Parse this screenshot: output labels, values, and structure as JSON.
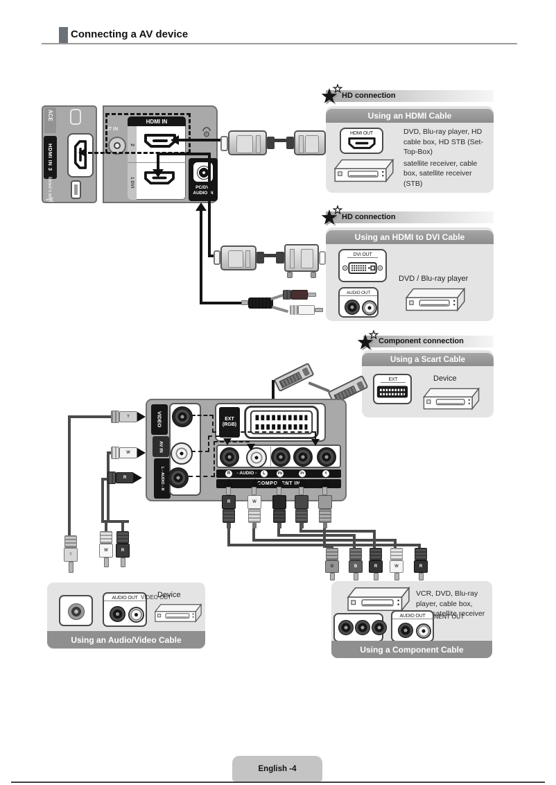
{
  "page": {
    "title": "Connecting a AV device",
    "footer": "English -4"
  },
  "colors": {
    "panel": "#a9a9a9",
    "box_bg": "#e4e4e4",
    "bar_gray": "#8f8f8f",
    "label_black": "#161616"
  },
  "side_panel": {
    "service_label": "ACE",
    "hdmi3_label": "HDMI IN 3",
    "usb_label": "USB 1 (HDD)"
  },
  "back_panel": {
    "ant_label": "NT IN",
    "hdmi_in_label": "HDMI IN",
    "port2_label": "2",
    "port1_label": "1 DVI",
    "pc_dvi_label": "PC/DVI AUDIO IN"
  },
  "av_panel": {
    "video_label": "VIDEO",
    "av_in_label": "AV IN",
    "audio_side_label": "L - AUDIO - R",
    "ext_label": "EXT (RGB)",
    "audio_row": {
      "left": "R",
      "mid": "- AUDIO -",
      "right": "L"
    },
    "component_in_label": "COMPONENT IN",
    "jack_labels": [
      "Pb",
      "Pr",
      "Y"
    ]
  },
  "sections": {
    "hdmi": {
      "badge": "HD connection",
      "title": "Using an HDMI Cable",
      "port_label": "HDMI OUT",
      "desc_line1": "DVD, Blu-ray player, HD cable box, HD STB (Set-Top-Box)",
      "desc_line2": "satellite receiver, cable box, satellite receiver (STB)"
    },
    "hdmi_dvi": {
      "badge": "HD connection",
      "title": "Using an HDMI to DVI Cable",
      "dvi_label": "DVI OUT",
      "audio_label": "AUDIO OUT",
      "desc": "DVD / Blu-ray player"
    },
    "scart": {
      "badge": "Component connection",
      "title": "Using a Scart Cable",
      "port_label": "EXT",
      "desc": "Device"
    },
    "av": {
      "title": "Using an Audio/Video Cable",
      "audio_label": "AUDIO OUT",
      "video_label": "VIDEO OUT",
      "desc": "Device"
    },
    "component": {
      "title": "Using a Component Cable",
      "audio_label": "AUDIO OUT",
      "component_label": "COMPONENT OUT",
      "desc": "VCR, DVD, Blu-ray player, cable box, STB satellite receiver"
    }
  },
  "plugs": {
    "av_inline": [
      "Y",
      "W",
      "R"
    ],
    "mid_row": [
      "R",
      "W",
      "",
      "",
      ""
    ],
    "bottom_single": "Y",
    "bottom_pair": [
      "W",
      "R"
    ],
    "bottom_right": [
      "G",
      "B",
      "R",
      "W",
      "R"
    ]
  }
}
